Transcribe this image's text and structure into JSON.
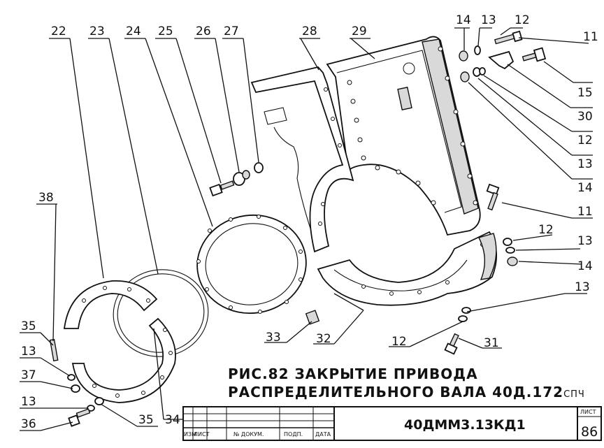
{
  "callouts": {
    "c22": "22",
    "c23": "23",
    "c24": "24",
    "c25": "25",
    "c26": "26",
    "c27": "27",
    "c28": "28",
    "c29": "29",
    "c14a": "14",
    "c13a": "13",
    "c12a": "12",
    "c11a": "11",
    "c15": "15",
    "c30": "30",
    "c12b": "12",
    "c13b": "13",
    "c14b": "14",
    "c11b": "11",
    "c12c": "12",
    "c13c": "13",
    "c14c": "14",
    "c13d": "13",
    "c12d": "12",
    "c31": "31",
    "c32": "32",
    "c33": "33",
    "c38": "38",
    "c35a": "35",
    "c13e": "13",
    "c37": "37",
    "c13f": "13",
    "c36": "36",
    "c35b": "35",
    "c34": "34"
  },
  "caption": {
    "line1": "РИС.82   ЗАКРЫТИЕ  ПРИВОДА",
    "line2": "РАСПРЕДЕЛИТЕЛЬНОГО   ВАЛА   40Д.172",
    "suffix": "СПЧ"
  },
  "title_block": {
    "izm": "ИЗМ",
    "list": "ЛИСТ",
    "doc_no": "№ ДОКУМ.",
    "podp": "ПОДП.",
    "data": "ДАТА",
    "code": "40ДММ3.13КД1",
    "sheet_label": "ЛИСТ",
    "sheet_no": "86"
  }
}
